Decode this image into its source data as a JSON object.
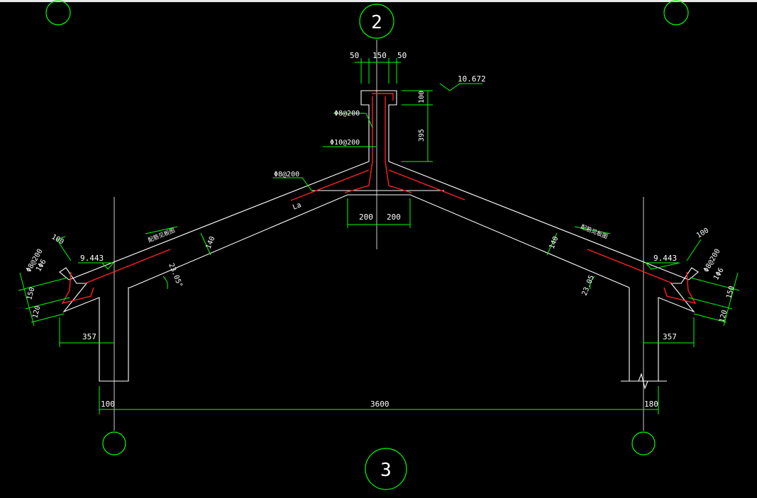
{
  "drawing": {
    "colors": {
      "background": "#000000",
      "concrete_outline": "#ffffff",
      "dimension": "#00ff00",
      "rebar": "#ff2020",
      "axis_bubble": "#00ff00"
    },
    "axis_labels": {
      "top": "2",
      "bottom": "3"
    },
    "elevations": {
      "ridge": "10.672",
      "left_eave": "9.443",
      "right_eave": "9.443"
    },
    "dimensions": {
      "ridge_left": "50",
      "ridge_center": "150",
      "ridge_right": "50",
      "ridge_cap_height": "100",
      "ridge_stem_height": "395",
      "ridge_half_left": "200",
      "ridge_half_right": "200",
      "slab_left": "140",
      "slab_right": "140",
      "angle_left": "23.05°",
      "angle_right": "23.05",
      "gutter_left_top": "100",
      "gutter_left_mid": "150",
      "gutter_left_bottom": "120",
      "gutter_right_top": "100",
      "gutter_right_mid": "150",
      "gutter_right_bottom": "120",
      "overhang_left": "357",
      "overhang_right": "357",
      "span_left_wall": "100",
      "span_total": "3600",
      "span_right_wall": "180"
    },
    "rebar_labels": {
      "ridge_stirrup": "Φ8@200",
      "ridge_main": "Φ10@200",
      "left_slab": "Φ8@200",
      "left_slab_tag": "La",
      "left_gutter": "Φ8@200",
      "left_gutter_sub": "1Φ6",
      "right_gutter": "Φ8@200",
      "right_gutter_sub": "1Φ6",
      "left_slab_note": "配筋见板图",
      "right_slab_note": "配筋见板图"
    }
  }
}
